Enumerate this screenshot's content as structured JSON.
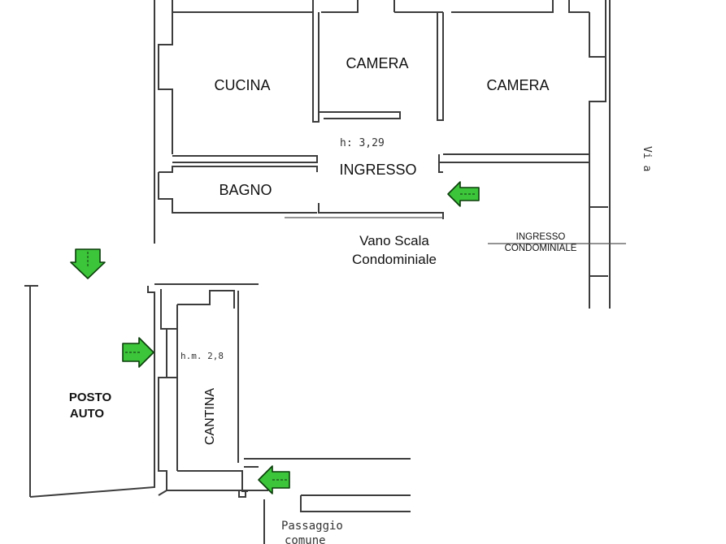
{
  "rooms": {
    "cucina": "CUCINA",
    "camera_1": "CAMERA",
    "camera_2": "CAMERA",
    "ingresso": "INGRESSO",
    "bagno": "BAGNO",
    "vano_scala_line1": "Vano Scala",
    "vano_scala_line2": "Condominiale",
    "ingresso_cond_line1": "INGRESSO",
    "ingresso_cond_line2": "CONDOMINIALE",
    "posto_auto_line1": "POSTO",
    "posto_auto_line2": "AUTO",
    "cantina": "CANTINA"
  },
  "annotations": {
    "height_main": "h: 3,29",
    "height_cantina": "h.m. 2,8",
    "street_partial": "Vi a",
    "passaggio_line1": "Passaggio",
    "passaggio_line2": "comune"
  },
  "colors": {
    "arrow_fill": "#3cc43a",
    "arrow_stroke": "#0b3d0b",
    "wall": "#3c3c3c"
  },
  "arrows": [
    {
      "name": "arrow-ingresso",
      "direction": "left"
    },
    {
      "name": "arrow-posto-auto",
      "direction": "down"
    },
    {
      "name": "arrow-cantina",
      "direction": "right"
    },
    {
      "name": "arrow-passaggio",
      "direction": "left"
    }
  ]
}
